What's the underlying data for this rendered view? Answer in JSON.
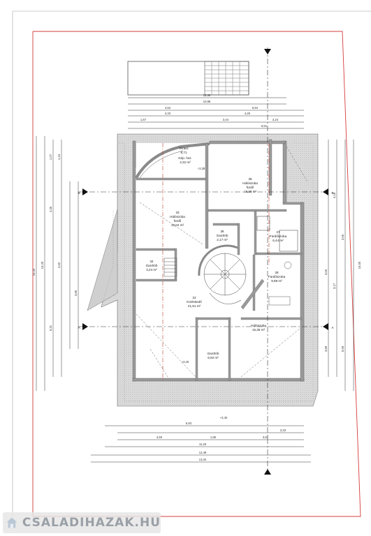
{
  "rooms": [
    {
      "id": "r1",
      "lines": [
        "Gép. hsz.",
        "4,32 m²"
      ]
    },
    {
      "id": "r2",
      "lines": [
        "Terasz",
        "8,71"
      ]
    },
    {
      "id": "r3",
      "lines": [
        "35",
        "Hálószoba",
        "fürdő",
        "18,38 m²"
      ]
    },
    {
      "id": "r4",
      "lines": [
        "33",
        "Hálószoba",
        "fürdő",
        "19,02 m²"
      ]
    },
    {
      "id": "r5",
      "lines": [
        "34",
        "Gardrób",
        "3,24 m²"
      ]
    },
    {
      "id": "r6",
      "lines": [
        "36",
        "Gardrób",
        "2,17 m²"
      ]
    },
    {
      "id": "r7",
      "lines": [
        "27",
        "Fürdőszoba",
        "6,44 m²"
      ]
    },
    {
      "id": "r8",
      "lines": [
        "28",
        "Fürdőszoba",
        "9,98 m²"
      ]
    },
    {
      "id": "r9",
      "lines": [
        "22",
        "Közlekedő",
        "21,91 m²"
      ]
    },
    {
      "id": "r10",
      "lines": [
        "Hálószoba",
        "15,38 m²"
      ]
    },
    {
      "id": "r11",
      "lines": [
        "Gardrób",
        "6,92 m²"
      ]
    }
  ],
  "dims_top": [
    {
      "id": "t1",
      "text": "12,30"
    },
    {
      "id": "t2",
      "text": "10,96"
    },
    {
      "id": "t3",
      "text": "4,52"
    },
    {
      "id": "t4",
      "text": "5,94"
    },
    {
      "id": "t5",
      "text": "4,33"
    },
    {
      "id": "t6",
      "text": "4,25"
    },
    {
      "id": "t7",
      "text": "1,67"
    },
    {
      "id": "t8",
      "text": "3,44"
    },
    {
      "id": "t9",
      "text": "3,24"
    },
    {
      "id": "t10",
      "text": "6,51"
    }
  ],
  "dims_bottom": [
    {
      "id": "b1",
      "text": "6,93"
    },
    {
      "id": "b2",
      "text": "3,33"
    },
    {
      "id": "b3",
      "text": "4,50"
    },
    {
      "id": "b4",
      "text": "1,85"
    },
    {
      "id": "b5",
      "text": "3,80"
    },
    {
      "id": "b6",
      "text": "11,25"
    },
    {
      "id": "b7",
      "text": "12,49"
    },
    {
      "id": "b8",
      "text": "13,34"
    }
  ],
  "dims_left": [
    {
      "id": "l1",
      "text": "16,20"
    },
    {
      "id": "l2",
      "text": "15,20"
    },
    {
      "id": "l3",
      "text": "4,35"
    },
    {
      "id": "l4",
      "text": "4,50"
    },
    {
      "id": "l5",
      "text": "6,31"
    },
    {
      "id": "l6",
      "text": "1,07"
    },
    {
      "id": "l7",
      "text": "1,43"
    },
    {
      "id": "l8",
      "text": "3,86"
    }
  ],
  "dims_right": [
    {
      "id": "rr1",
      "text": "16,00"
    },
    {
      "id": "rr2",
      "text": "4,18"
    },
    {
      "id": "rr3",
      "text": "3,65"
    },
    {
      "id": "rr4",
      "text": "3,56"
    },
    {
      "id": "rr5",
      "text": "3,17"
    },
    {
      "id": "rr6",
      "text": "5,69"
    },
    {
      "id": "rr7",
      "text": "3,89"
    }
  ],
  "levels": [
    {
      "id": "lv1",
      "text": "+3,38"
    },
    {
      "id": "lv2",
      "text": "+3,40"
    },
    {
      "id": "lv3",
      "text": "+3,40"
    }
  ],
  "section_marks": [
    {
      "id": "sA1",
      "text": "A"
    },
    {
      "id": "sA2",
      "text": "A"
    },
    {
      "id": "sB1",
      "text": "B"
    },
    {
      "id": "sB2",
      "text": "B"
    }
  ],
  "watermark": "CSALADIHAZAK.HU",
  "colors": {
    "border": "#d63b3b",
    "wall": "#9a9a9a",
    "hatch": "#bdbdbd",
    "ink": "#222222",
    "axis": "#c0392b"
  }
}
